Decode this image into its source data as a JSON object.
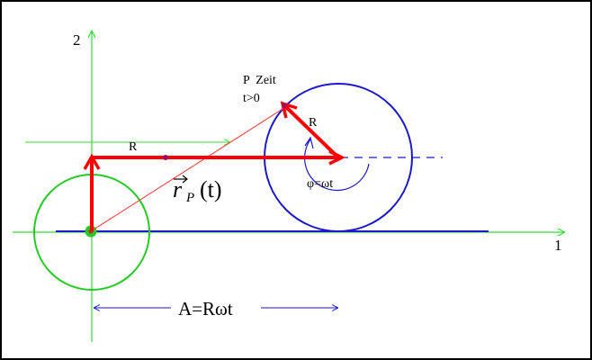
{
  "axes": {
    "vertical_label": "2",
    "horizontal_label": "1"
  },
  "labels": {
    "point_title": "P  Zeit",
    "point_time": "t>0",
    "radius_start": "R",
    "radius_moving": "R",
    "angle": "φ=ωt",
    "distance": "A=Rωt",
    "position_vector_symbol": "r",
    "position_vector_subscript": "P",
    "position_vector_argument": "(t)"
  },
  "colors": {
    "axis": "#33dd33",
    "start_circle": "#22cc22",
    "moving_circle": "#1a1acc",
    "ground_line": "#1a1acc",
    "vector": "#ff0000",
    "thin_vector": "#ff3333",
    "frame": "#000000",
    "text": "#000000"
  }
}
